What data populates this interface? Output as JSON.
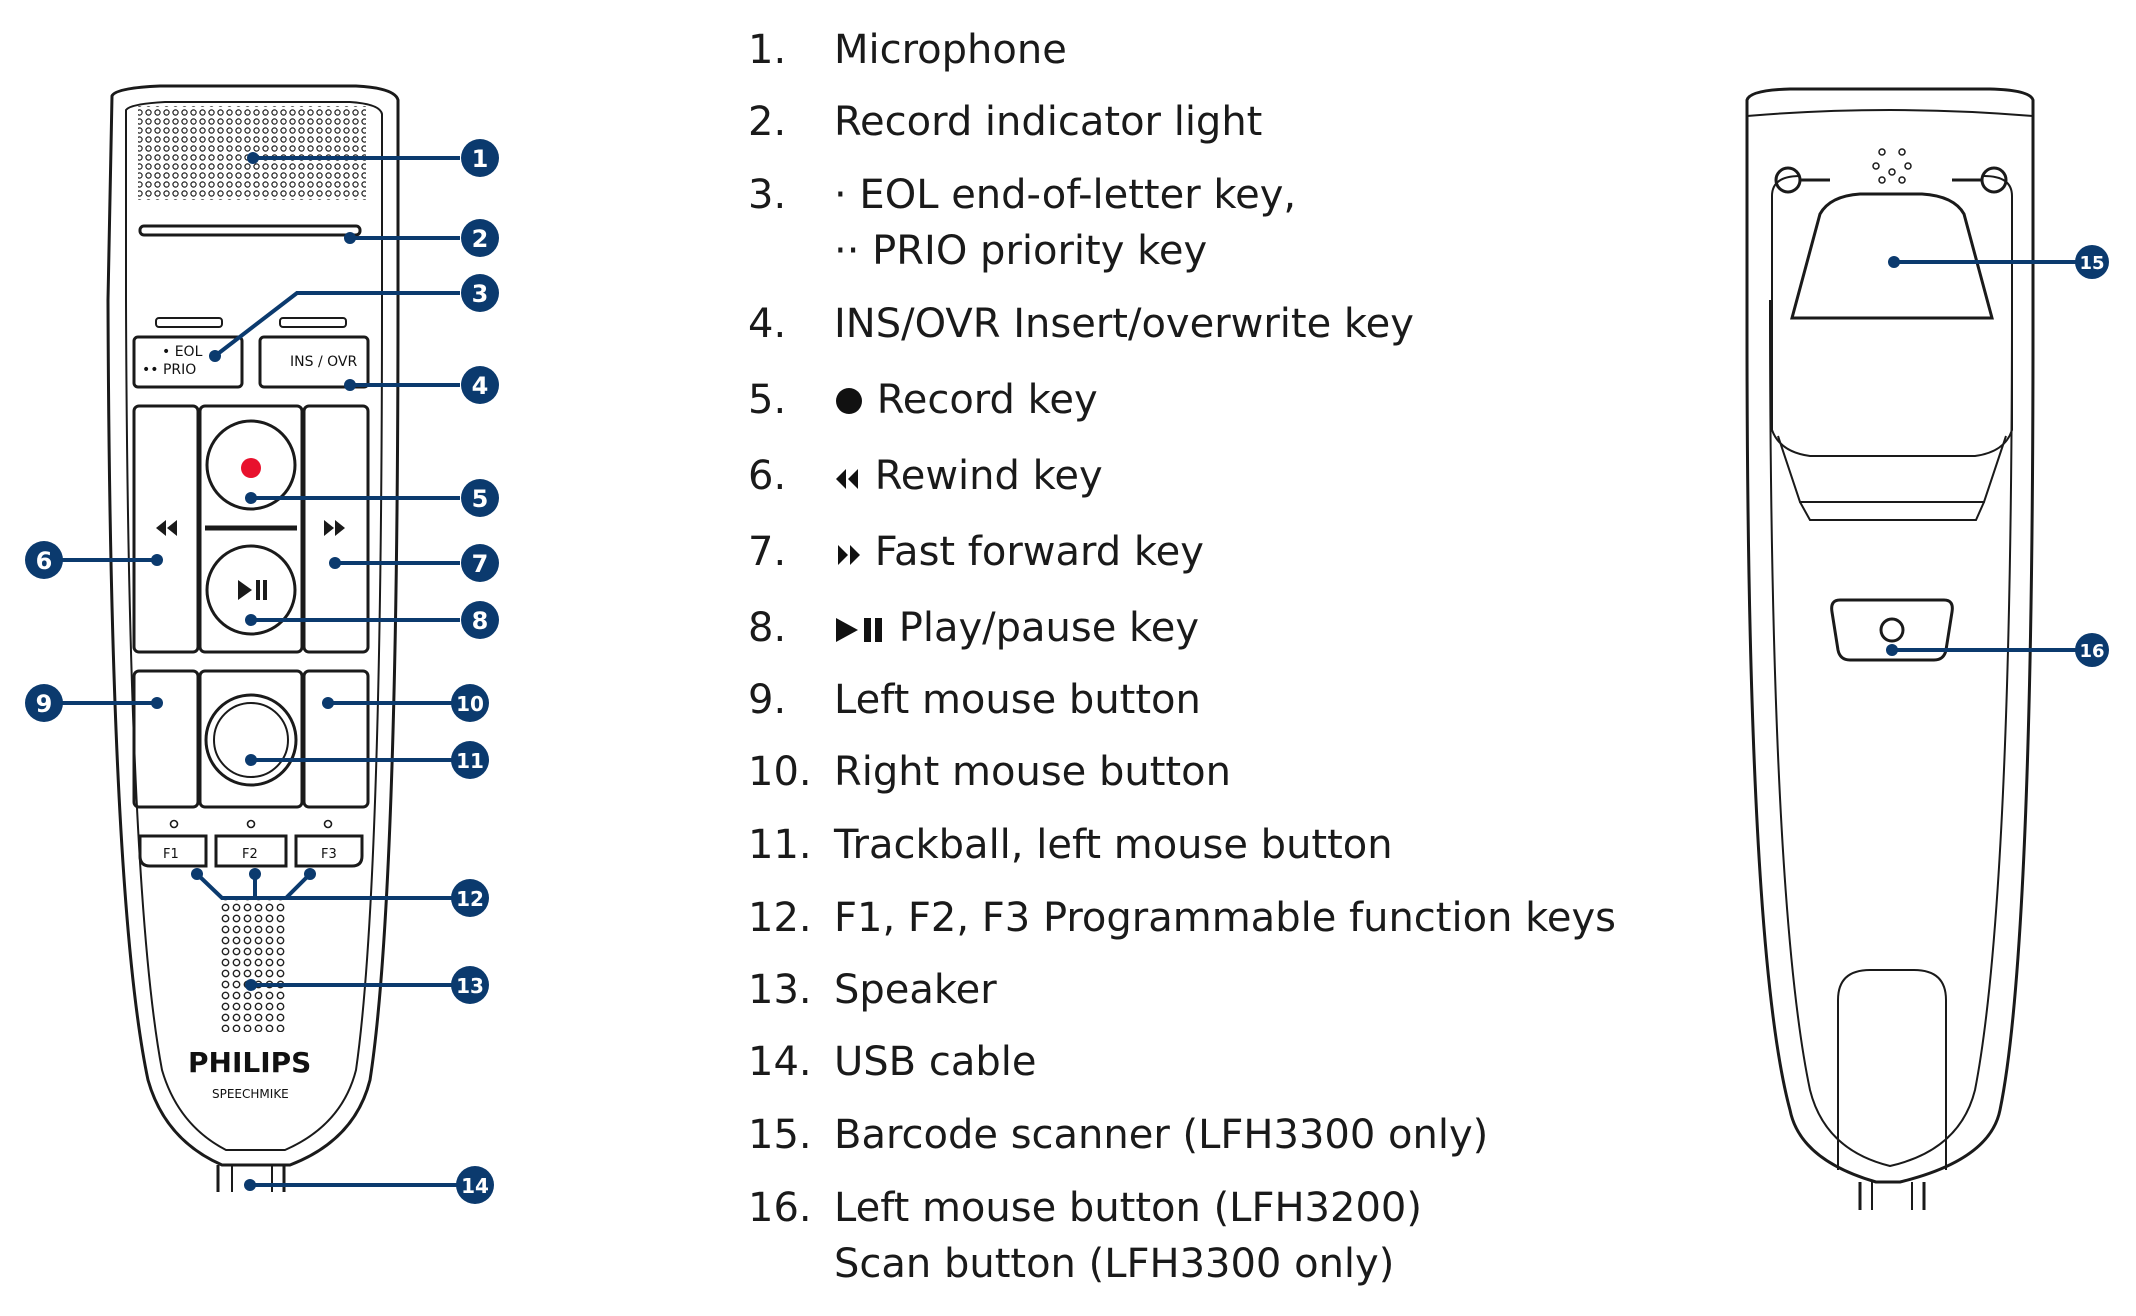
{
  "legend": [
    {
      "num": "1.",
      "text": "Microphone"
    },
    {
      "num": "2.",
      "text": "Record indicator light"
    },
    {
      "num": "3.",
      "text": "· EOL end-of-letter key,",
      "text2": "·· PRIO priority key"
    },
    {
      "num": "4.",
      "text": "INS/OVR Insert/overwrite key"
    },
    {
      "num": "5.",
      "text": "Record key",
      "icon": "record-icon"
    },
    {
      "num": "6.",
      "text": "Rewind key",
      "icon": "rewind-icon"
    },
    {
      "num": "7.",
      "text": "Fast forward key",
      "icon": "fast-forward-icon"
    },
    {
      "num": "8.",
      "text": "Play/pause key",
      "icon": "play-pause-icon"
    },
    {
      "num": "9.",
      "text": "Left mouse button"
    },
    {
      "num": "10.",
      "text": "Right mouse button"
    },
    {
      "num": "11.",
      "text": "Trackball, left mouse button"
    },
    {
      "num": "12.",
      "text": "F1, F2, F3 Programmable function keys"
    },
    {
      "num": "13.",
      "text": "Speaker"
    },
    {
      "num": "14.",
      "text": "USB cable"
    },
    {
      "num": "15.",
      "text": "Barcode scanner (LFH3300 only)"
    },
    {
      "num": "16.",
      "text": "Left mouse button (LFH3200)",
      "text2": "Scan button (LFH3300 only)"
    }
  ],
  "device": {
    "brand": "PHILIPS",
    "model": "SPEECHMIKE",
    "eol_label": "• EOL",
    "prio_label": "•• PRIO",
    "insovr_label": "INS / OVR",
    "f1": "F1",
    "f2": "F2",
    "f3": "F3"
  },
  "callouts": [
    "1",
    "2",
    "3",
    "4",
    "5",
    "6",
    "7",
    "8",
    "9",
    "10",
    "11",
    "12",
    "13",
    "14",
    "15",
    "16"
  ],
  "colors": {
    "callout": "#0b3a6e",
    "record": "#e8112d",
    "outline": "#1a1a1a"
  }
}
